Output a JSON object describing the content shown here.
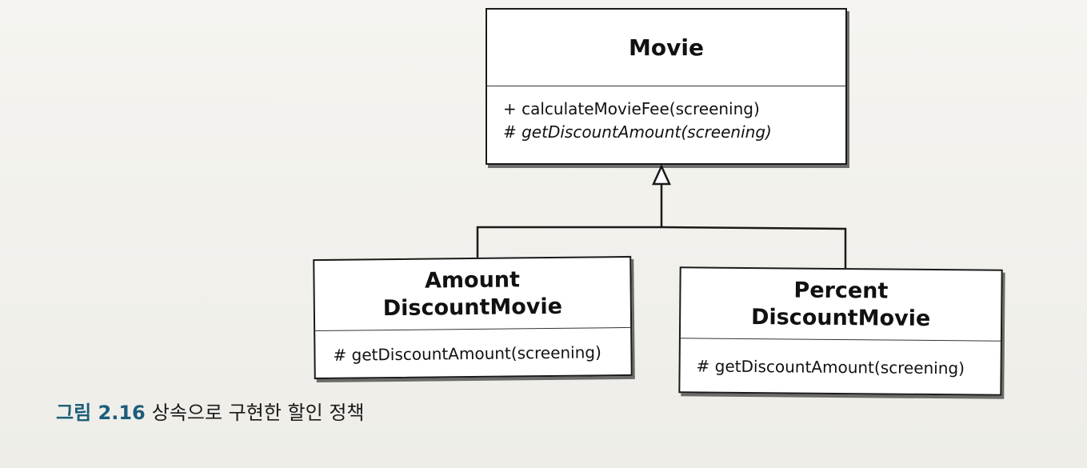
{
  "diagram": {
    "classes": {
      "movie": {
        "name": "Movie",
        "operations": [
          {
            "text": "+ calculateMovieFee(screening)",
            "abstract": false
          },
          {
            "text": "# getDiscountAmount(screening)",
            "abstract": true
          }
        ]
      },
      "amount": {
        "name_line1": "Amount",
        "name_line2": "DiscountMovie",
        "operations": [
          {
            "text": "# getDiscountAmount(screening)",
            "abstract": false
          }
        ]
      },
      "percent": {
        "name_line1": "Percent",
        "name_line2": "DiscountMovie",
        "operations": [
          {
            "text": "# getDiscountAmount(screening)",
            "abstract": false
          }
        ]
      }
    },
    "relationships": [
      {
        "type": "generalization",
        "from": "amount",
        "to": "movie"
      },
      {
        "type": "generalization",
        "from": "percent",
        "to": "movie"
      }
    ]
  },
  "caption": {
    "figure_number": "그림 2.16",
    "text": "상속으로 구현한 할인 정책"
  },
  "colors": {
    "caption_accent": "#1c5d7a",
    "line": "#1a1a1a",
    "paper": "#f3f2ee"
  }
}
